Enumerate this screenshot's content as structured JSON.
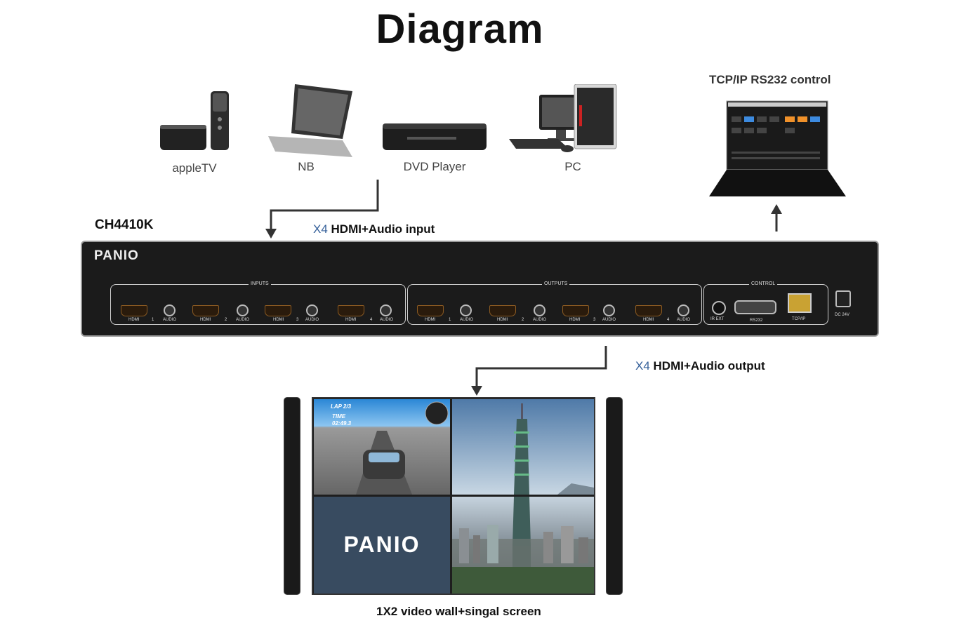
{
  "title": "Diagram",
  "sources": [
    {
      "label": "appleTV",
      "icon": "apple-tv-icon"
    },
    {
      "label": "NB",
      "icon": "laptop-icon"
    },
    {
      "label": "DVD Player",
      "icon": "dvd-player-icon"
    },
    {
      "label": "PC",
      "icon": "desktop-pc-icon"
    }
  ],
  "model": "CH4410K",
  "input_label": {
    "count": "X4",
    "text": "HDMI+Audio input"
  },
  "output_label": {
    "count": "X4",
    "text": "HDMI+Audio output"
  },
  "control_label": "TCP/IP  RS232 control",
  "wall_label": "1X2 video wall+singal  screen",
  "device": {
    "brand": "PANIO",
    "groups": {
      "inputs": "INPUTS",
      "outputs": "OUTPUTS",
      "control": "CONTROL"
    },
    "port_hdmi": "HDMI",
    "port_audio": "AUDIO",
    "ports": [
      {
        "n": "1"
      },
      {
        "n": "2"
      },
      {
        "n": "3"
      },
      {
        "n": "4"
      }
    ],
    "control_ports": {
      "ir": "IR EXT",
      "rs232": "RS232",
      "tcpip": "TCP/IP"
    },
    "power": "DC 24V"
  },
  "game_hud": {
    "lap": "LAP 2/3",
    "time_label": "TIME",
    "time": "02:49.3"
  },
  "wall_brand": "PANIO",
  "colors": {
    "accent": "#35609a",
    "chassis": "#1b1b1b",
    "arrow": "#333333"
  }
}
